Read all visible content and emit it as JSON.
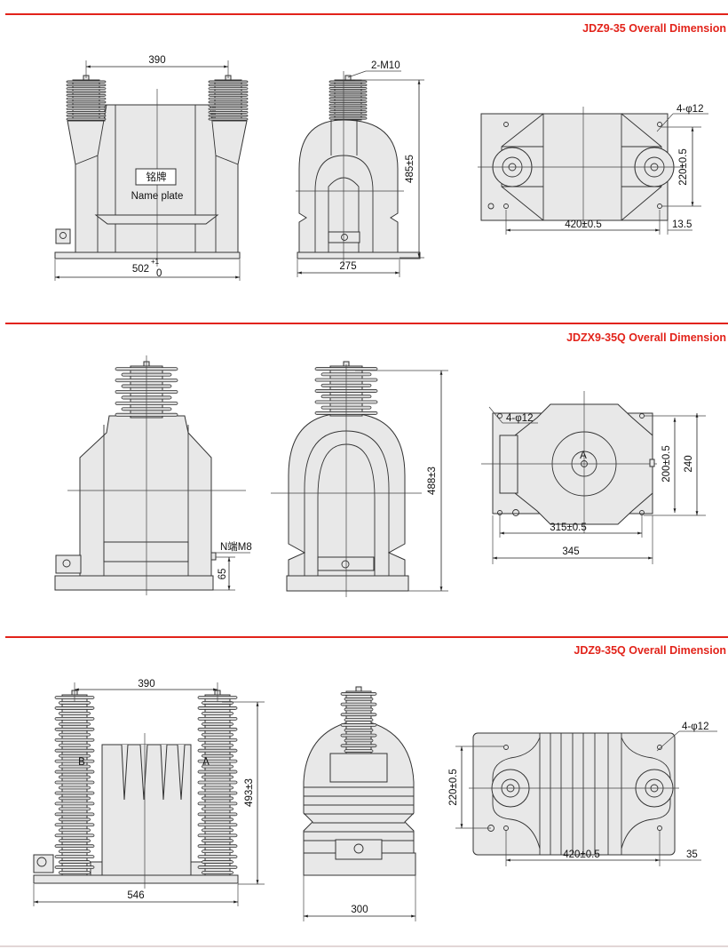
{
  "sections": [
    {
      "title": "JDZ9-35 Overall Dimension",
      "front": {
        "nameplate_cn": "铭牌",
        "nameplate_en": "Name plate",
        "dim_top": "390",
        "dim_bottom": "502",
        "tol_upper": "+1",
        "tol_lower": "0"
      },
      "side": {
        "terminal": "2-M10",
        "height": "485±5",
        "width": "275"
      },
      "top": {
        "holes": "4-φ12",
        "spacing_v": "220±0.5",
        "spacing_h": "420±0.5",
        "offset": "13.5"
      }
    },
    {
      "title": "JDZX9-35Q Overall Dimension",
      "front": {
        "terminal": "N端M8",
        "height": "65"
      },
      "side": {
        "height": "488±3"
      },
      "top": {
        "holes": "4-φ12",
        "terminal_mark": "A",
        "spacing_v": "200±0.5",
        "depth": "240",
        "spacing_h": "315±0.5",
        "width": "345"
      }
    },
    {
      "title": "JDZ9-35Q Overall Dimension",
      "front": {
        "dim_top": "390",
        "label_b": "B",
        "label_a": "A",
        "height": "493±3",
        "width": "546"
      },
      "side": {
        "width": "300"
      },
      "top": {
        "holes": "4-φ12",
        "spacing_v": "220±0.5",
        "spacing_h": "420±0.5",
        "offset": "35"
      }
    }
  ],
  "colors": {
    "accent": "#e2231a",
    "body_fill": "#e8e8e8"
  }
}
